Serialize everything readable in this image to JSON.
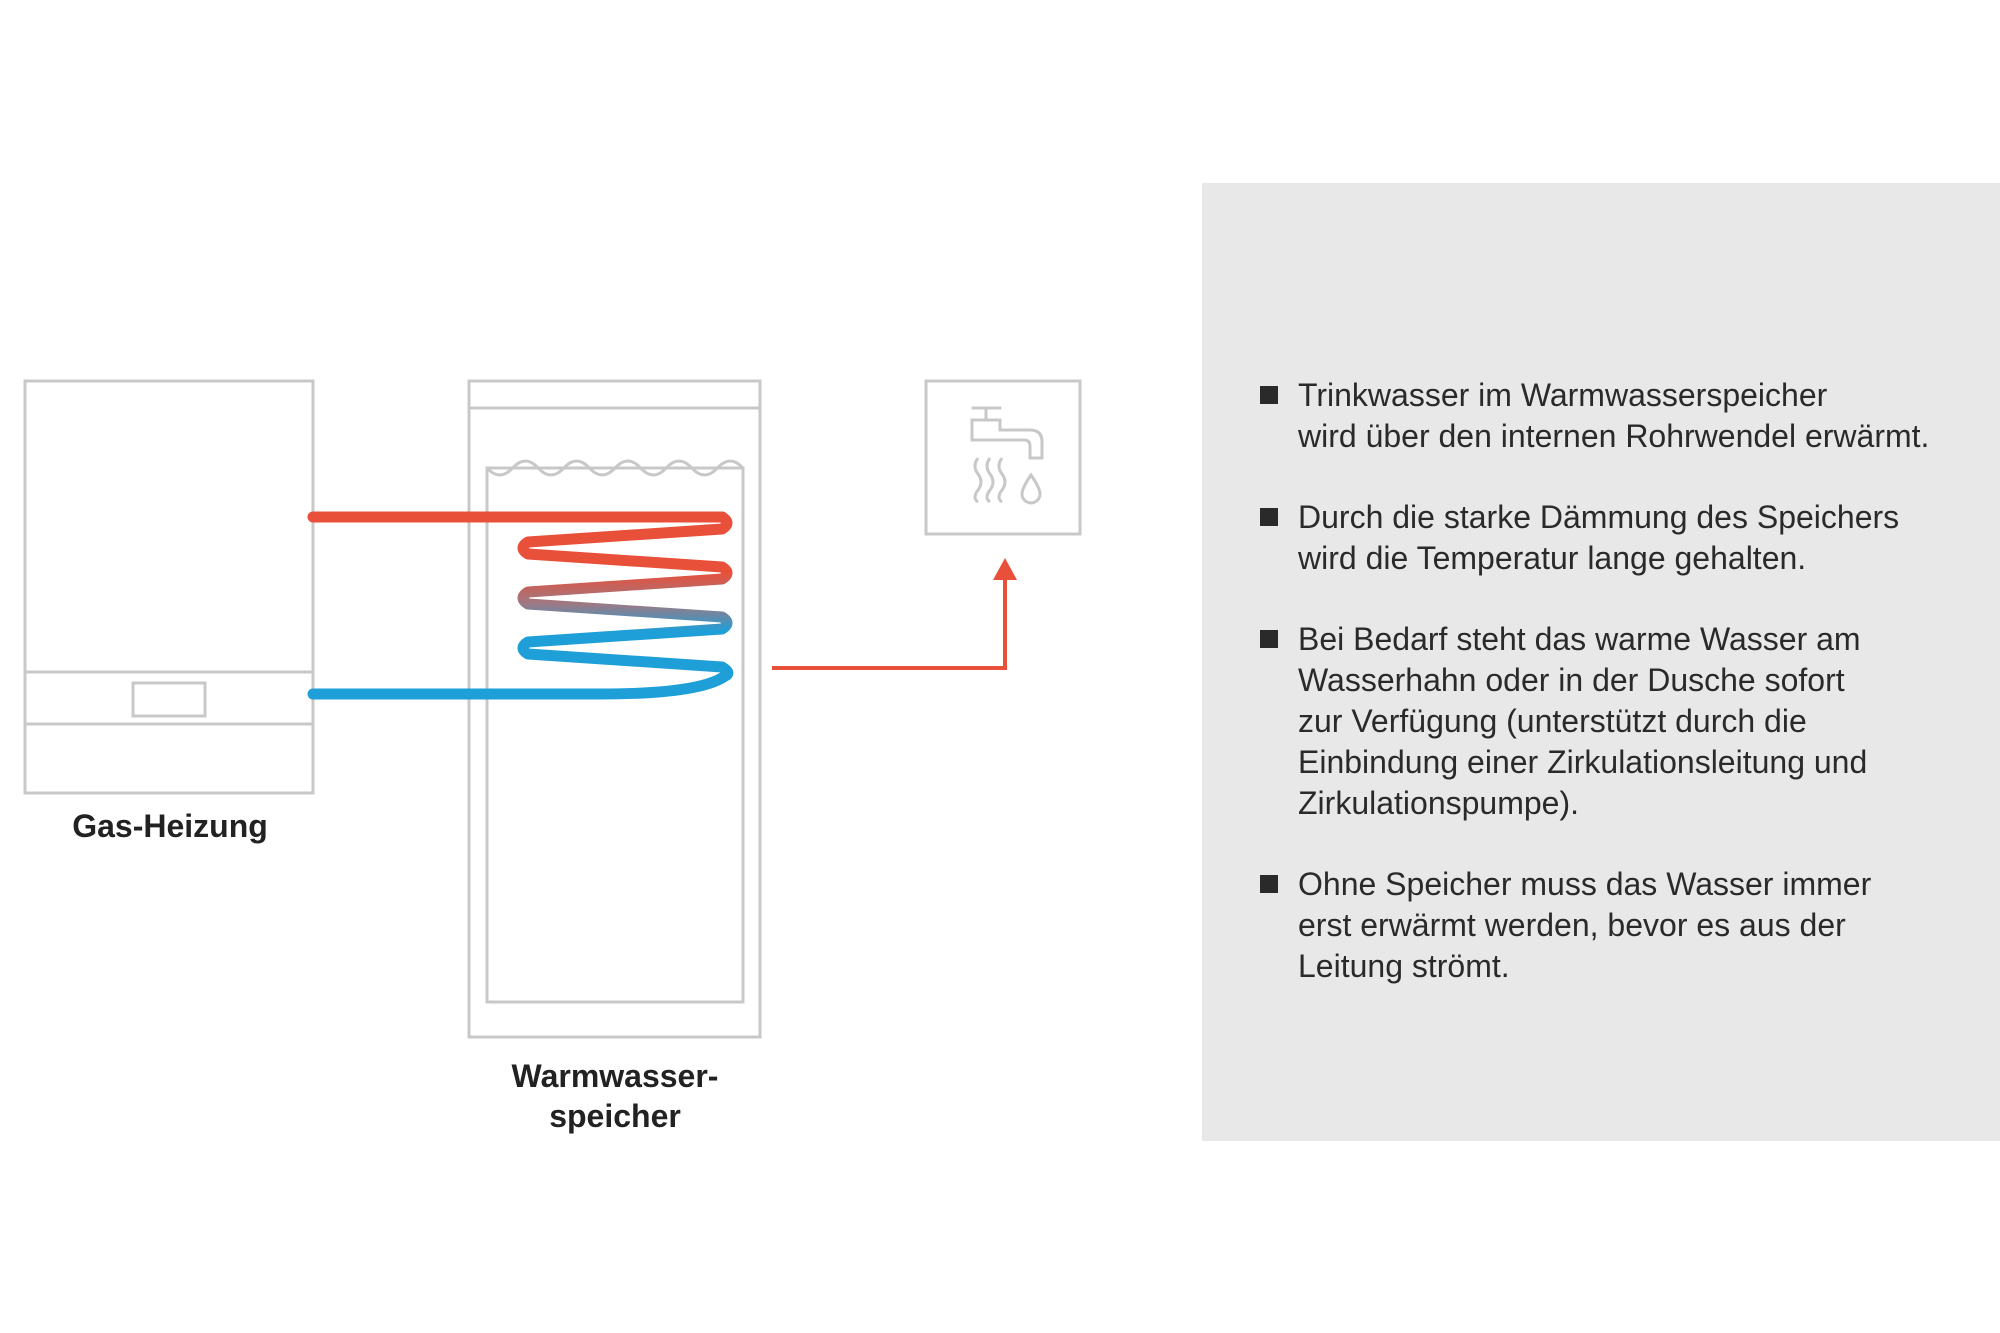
{
  "labels": {
    "heater": "Gas-Heizung",
    "tank_line1": "Warmwasser-",
    "tank_line2": "speicher"
  },
  "info": {
    "bullets": [
      {
        "lines": [
          "Trinkwasser im Warmwasserspeicher",
          "wird über den internen Rohrwendel erwärmt."
        ]
      },
      {
        "lines": [
          "Durch die starke Dämmung des Speichers",
          "wird die Temperatur lange gehalten."
        ]
      },
      {
        "lines": [
          "Bei Bedarf steht das warme Wasser am",
          "Wasserhahn oder in der Dusche sofort",
          "zur Verfügung (unterstützt durch die",
          "Einbindung einer Zirkulationsleitung und",
          "Zirkulationspumpe)."
        ]
      },
      {
        "lines": [
          "Ohne Speicher muss das Wasser immer",
          "erst erwärmt werden, bevor es aus der",
          "Leitung strömt."
        ]
      }
    ]
  },
  "icons": {
    "tap": "water-tap-icon"
  },
  "colors": {
    "hot": "#e8503a",
    "cold": "#1e9fd8",
    "outline": "#c8c8c8",
    "panel": "#e8e8e8",
    "text": "#2a2a2a"
  }
}
